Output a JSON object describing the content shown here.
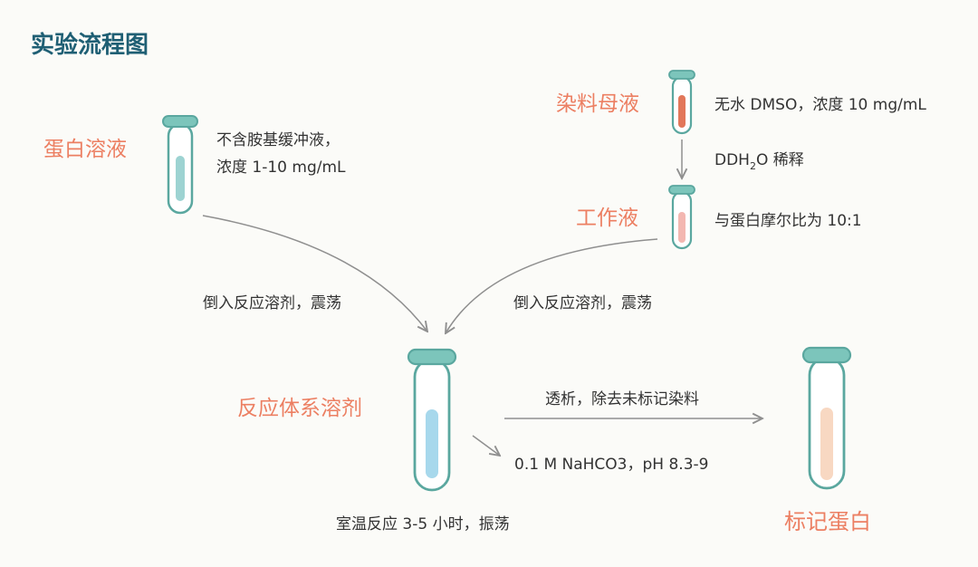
{
  "title": "实验流程图",
  "nodes": {
    "protein_solution": {
      "label": "蛋白溶液",
      "note_line1": "不含胺基缓冲液，",
      "note_line2": "浓度 1-10 mg/mL",
      "liquid_color": "#9dd3d2"
    },
    "dye_stock": {
      "label": "染料母液",
      "note": "无水 DMSO，浓度 10 mg/mL",
      "liquid_color": "#e2775a"
    },
    "working_solution": {
      "label": "工作液",
      "note": "与蛋白摩尔比为 10:1",
      "liquid_color": "#f3b7b1"
    },
    "reaction_system": {
      "label": "反应体系溶剂",
      "note_buffer": "0.1 M NaHCO3，pH 8.3-9",
      "note_bottom": "室温反应 3-5 小时，振荡",
      "liquid_color": "#a7d8ec"
    },
    "labeled_protein": {
      "label": "标记蛋白",
      "liquid_color": "#f8d8c2"
    }
  },
  "steps": {
    "dilution_prefix": "DDH",
    "dilution_sub": "2",
    "dilution_suffix": "O 稀释",
    "pour_left": "倒入反应溶剂，震荡",
    "pour_right": "倒入反应溶剂，震荡",
    "dialysis": "透析，除去未标记染料"
  },
  "colors": {
    "title": "#1f5f74",
    "accent_label": "#ec7f62",
    "tube_rim": "#6cbdb3",
    "tube_outline": "#5aa79f",
    "arrow": "#9a9a9a"
  }
}
